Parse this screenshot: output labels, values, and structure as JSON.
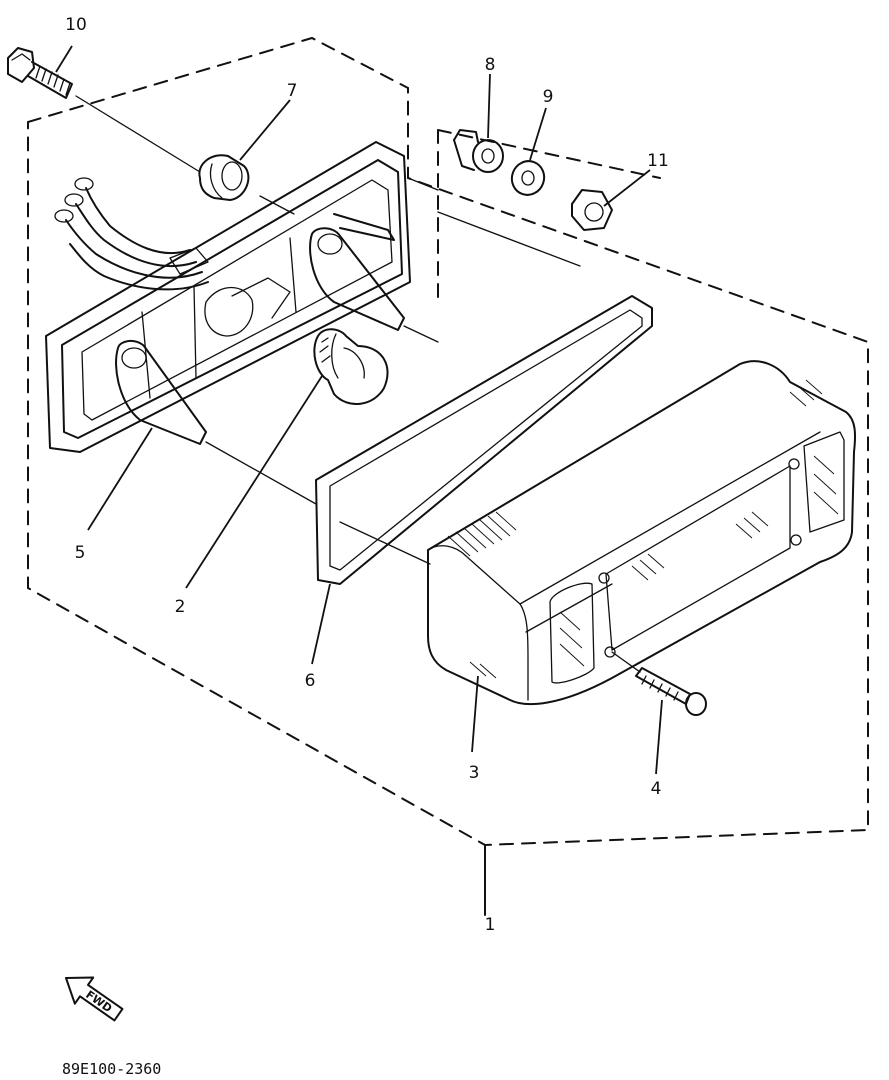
{
  "callouts": {
    "c1": "1",
    "c2": "2",
    "c3": "3",
    "c4": "4",
    "c5": "5",
    "c6": "6",
    "c7": "7",
    "c8": "8",
    "c9": "9",
    "c10": "10",
    "c11": "11"
  },
  "fwd_label": "FWD",
  "diagram_code": "89E100-2360"
}
